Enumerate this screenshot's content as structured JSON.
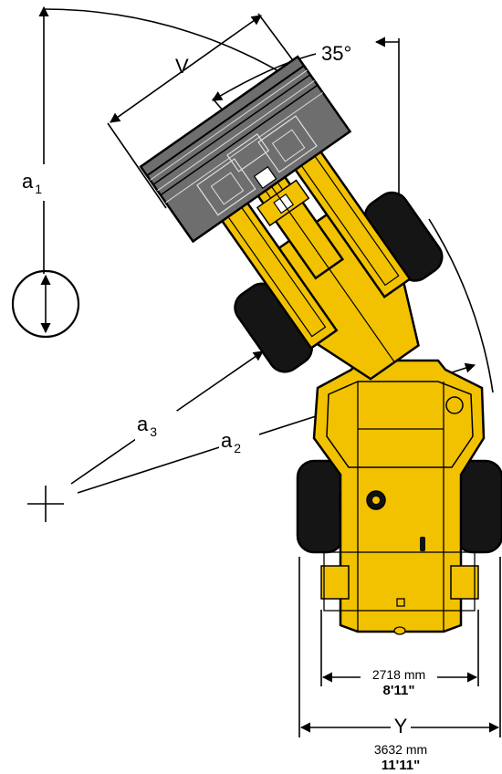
{
  "labels": {
    "v": "V",
    "angle": "35°",
    "a1": "a",
    "a1_sub": "1",
    "a2": "a",
    "a2_sub": "2",
    "a3": "a",
    "a3_sub": "3",
    "y": "Y"
  },
  "dimensions": {
    "tread_width_mm": "2718 mm",
    "tread_width_ftin": "8'11\"",
    "overall_width_mm": "3632 mm",
    "overall_width_ftin": "11'11\""
  },
  "colors": {
    "body": "#F2C200",
    "bucket": "#6E6E6E",
    "tire": "#151515",
    "outline": "#000000"
  }
}
